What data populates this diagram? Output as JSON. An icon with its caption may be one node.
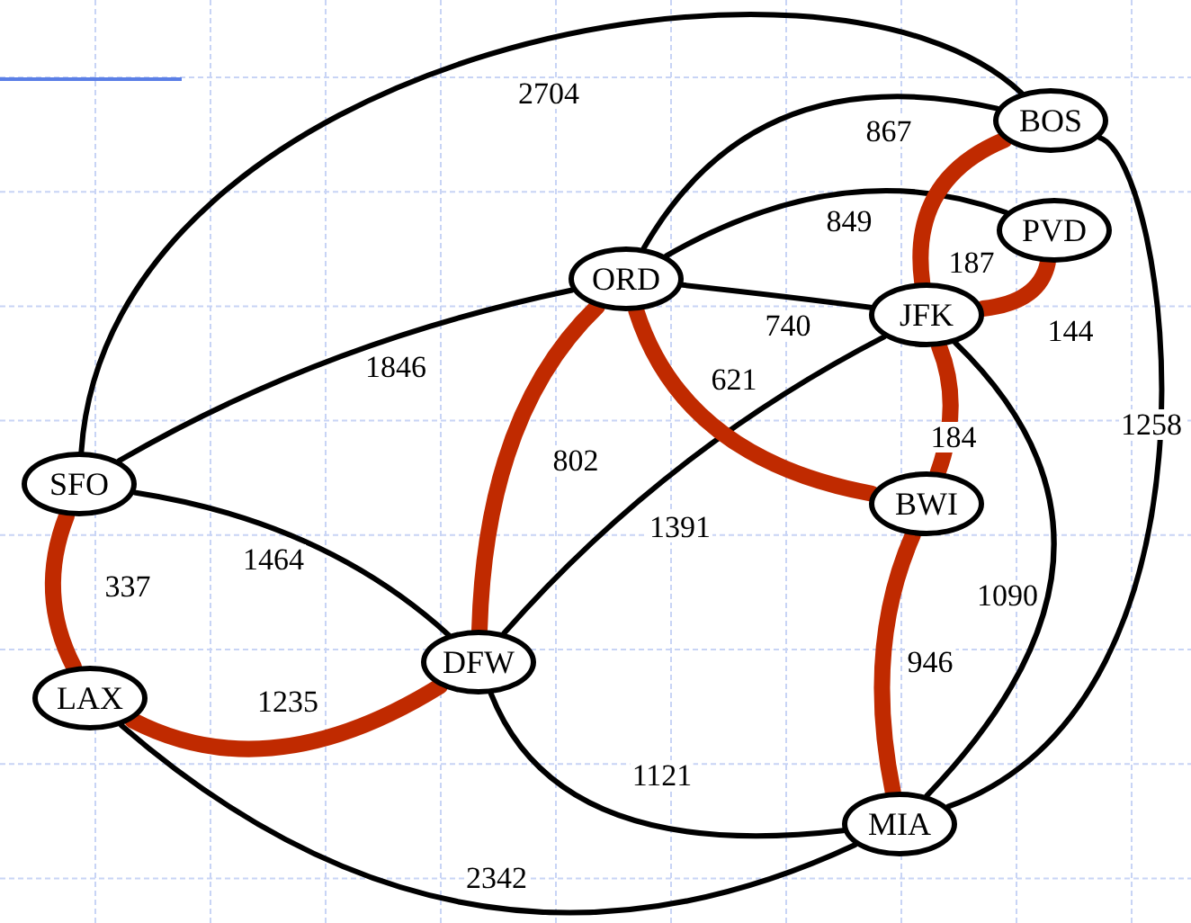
{
  "diagram": {
    "nodes": [
      {
        "text": [
          "BOS"
        ]
      },
      {
        "text": [
          "PVD"
        ]
      },
      {
        "text": [
          "ORD"
        ]
      },
      {
        "text": [
          "JFK"
        ]
      },
      {
        "text": [
          "BWI"
        ]
      },
      {
        "text": [
          "SFO"
        ]
      },
      {
        "text": [
          "DFW"
        ]
      },
      {
        "text": [
          "LAX"
        ]
      },
      {
        "text": [
          "MIA"
        ]
      }
    ],
    "edges": [
      {
        "from": 5,
        "to": 0,
        "arrow": "none",
        "label": "2704"
      },
      {
        "from": 2,
        "to": 0,
        "arrow": "none",
        "label": "867"
      },
      {
        "from": 2,
        "to": 1,
        "arrow": "none",
        "label": "849"
      },
      {
        "from": 3,
        "to": 0,
        "arrow": "none",
        "label": "187",
        "style": "thick",
        "color": "#c02a00"
      },
      {
        "from": 3,
        "to": 1,
        "arrow": "none",
        "label": "144",
        "style": "thick",
        "color": "#c02a00"
      },
      {
        "from": 5,
        "to": 2,
        "arrow": "none",
        "label": "1846"
      },
      {
        "from": 2,
        "to": 3,
        "arrow": "none",
        "label": "740"
      },
      {
        "from": 2,
        "to": 4,
        "arrow": "none",
        "label": "621",
        "style": "thick",
        "color": "#c02a00"
      },
      {
        "from": 6,
        "to": 2,
        "arrow": "none",
        "label": "802",
        "style": "thick",
        "color": "#c02a00"
      },
      {
        "from": 3,
        "to": 4,
        "arrow": "none",
        "label": "184",
        "style": "thick",
        "color": "#c02a00"
      },
      {
        "from": 6,
        "to": 3,
        "arrow": "none",
        "label": "1391"
      },
      {
        "from": 0,
        "to": 8,
        "arrow": "none",
        "label": "1258"
      },
      {
        "from": 3,
        "to": 8,
        "arrow": "none",
        "label": "1090"
      },
      {
        "from": 4,
        "to": 8,
        "arrow": "none",
        "label": "946",
        "style": "thick",
        "color": "#c02a00"
      },
      {
        "from": 5,
        "to": 7,
        "arrow": "none",
        "label": "337",
        "style": "thick",
        "color": "#c02a00"
      },
      {
        "from": 5,
        "to": 6,
        "arrow": "none",
        "label": "1464"
      },
      {
        "from": 7,
        "to": 6,
        "arrow": "none",
        "label": "1235",
        "style": "thick",
        "color": "#c02a00"
      },
      {
        "from": 6,
        "to": 8,
        "arrow": "none",
        "label": "1121"
      },
      {
        "from": 7,
        "to": 8,
        "arrow": "none",
        "label": "2342"
      }
    ]
  }
}
